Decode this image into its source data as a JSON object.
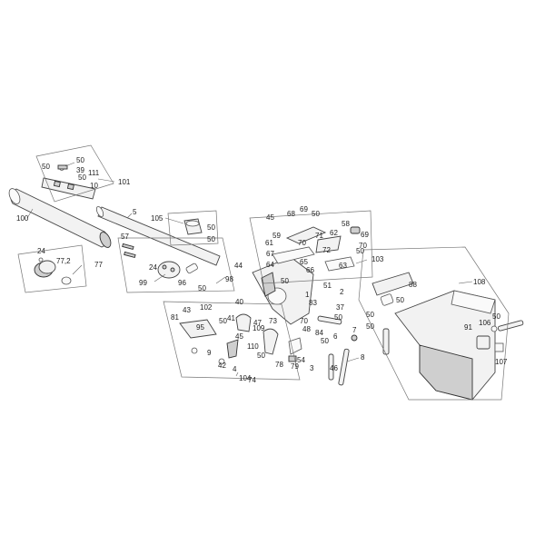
{
  "diagram": {
    "type": "exploded-parts-view",
    "callouts": [
      "50",
      "50",
      "39",
      "111",
      "50",
      "10",
      "101",
      "100",
      "5",
      "105",
      "50",
      "50",
      "57",
      "24",
      "77,2",
      "77",
      "24",
      "96",
      "99",
      "50",
      "98",
      "44",
      "45",
      "68",
      "69",
      "50",
      "59",
      "61",
      "70",
      "71",
      "58",
      "62",
      "69",
      "70",
      "67",
      "64",
      "65",
      "66",
      "72",
      "50",
      "63",
      "103",
      "108",
      "88",
      "50",
      "50",
      "50",
      "91",
      "106",
      "50",
      "107",
      "50",
      "40",
      "1",
      "51",
      "2",
      "37",
      "102",
      "43",
      "95",
      "81",
      "41",
      "50",
      "47",
      "109",
      "73",
      "83",
      "50",
      "84",
      "7",
      "6",
      "46",
      "8",
      "70",
      "48",
      "45",
      "110",
      "50",
      "78",
      "79",
      "3",
      "54",
      "50",
      "9",
      "42",
      "4",
      "74",
      "104"
    ]
  }
}
